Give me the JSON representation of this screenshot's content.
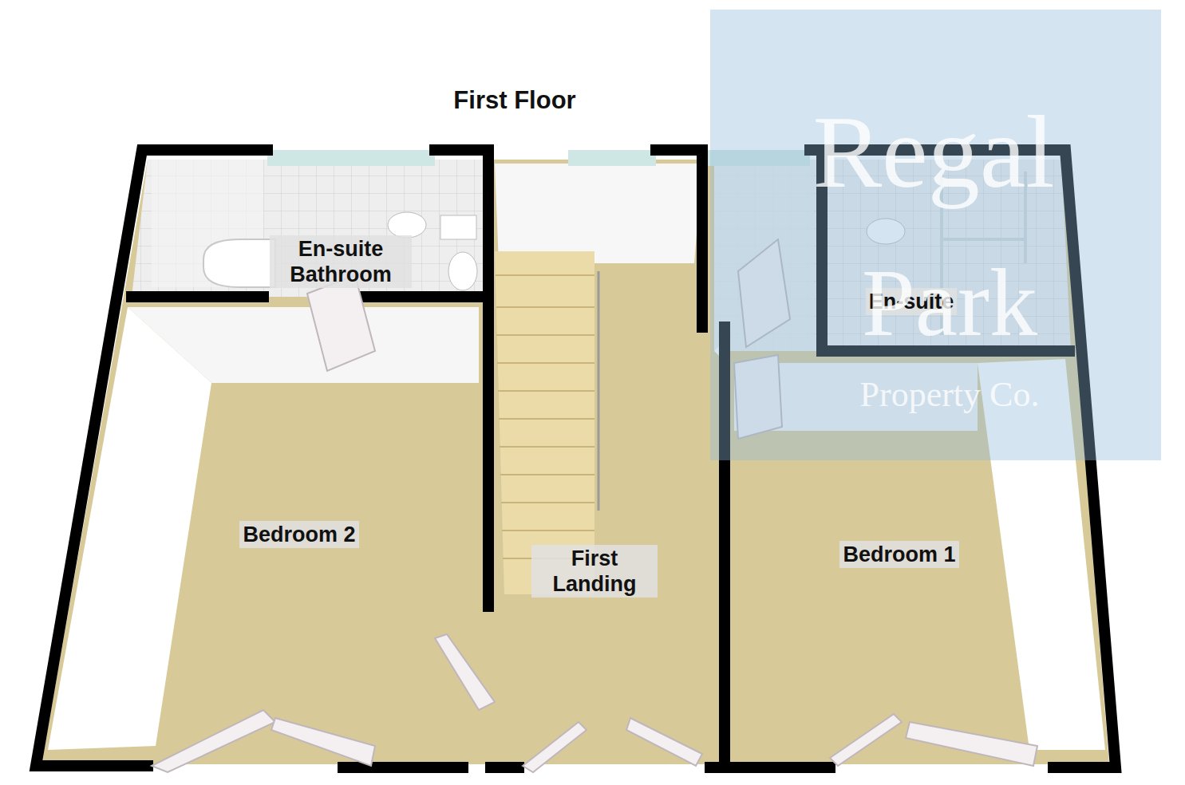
{
  "diagram": {
    "title": "First Floor",
    "nodes": [
      {
        "text": [
          "En-suite Bathroom"
        ]
      },
      {
        "text": [
          "En-suite"
        ]
      },
      {
        "text": [
          "Bedroom 2"
        ]
      },
      {
        "text": [
          "First Landing"
        ]
      },
      {
        "text": [
          "Bedroom 1"
        ]
      }
    ],
    "labels": [
      "Regal",
      "Park",
      "Property Co."
    ]
  }
}
